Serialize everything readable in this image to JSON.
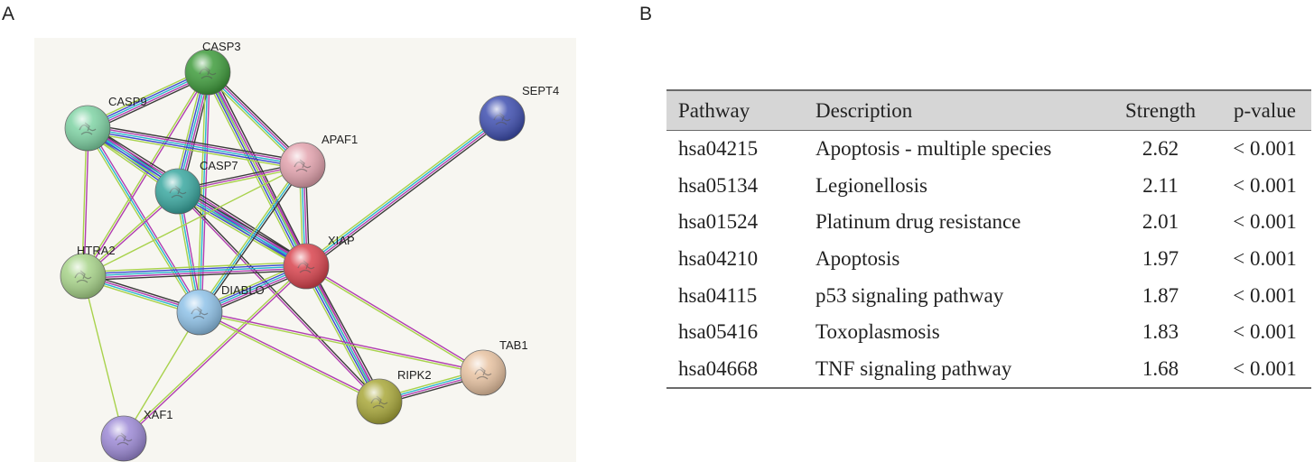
{
  "panel_labels": {
    "a": "A",
    "b": "B"
  },
  "network": {
    "colors": {
      "background": "#f7f6f1",
      "edge_dark": "#3a3a3a",
      "edge_magenta": "#b03db0",
      "edge_cyan": "#27b6cf",
      "edge_blue": "#3d49d1",
      "edge_lime": "#a8d24b"
    },
    "nodes": [
      {
        "id": "CASP3",
        "label": "CASP3",
        "color": "#3f9c3c"
      },
      {
        "id": "CASP9",
        "label": "CASP9",
        "color": "#7fd3a4"
      },
      {
        "id": "SEPT4",
        "label": "SEPT4",
        "color": "#3f4fb0"
      },
      {
        "id": "APAF1",
        "label": "APAF1",
        "color": "#e3a3ae"
      },
      {
        "id": "CASP7",
        "label": "CASP7",
        "color": "#3aa8a0"
      },
      {
        "id": "XIAP",
        "label": "XIAP",
        "color": "#d9444e"
      },
      {
        "id": "HTRA2",
        "label": "HTRA2",
        "color": "#a8d48a"
      },
      {
        "id": "DIABLO",
        "label": "DIABLO",
        "color": "#8fc2e8"
      },
      {
        "id": "TAB1",
        "label": "TAB1",
        "color": "#e8c3a2"
      },
      {
        "id": "RIPK2",
        "label": "RIPK2",
        "color": "#a9a83a"
      },
      {
        "id": "XAF1",
        "label": "XAF1",
        "color": "#9d8ad6"
      }
    ],
    "edges": [
      {
        "source": "CASP3",
        "target": "CASP9",
        "evidence": [
          "dark",
          "magenta",
          "cyan",
          "blue",
          "lime"
        ]
      },
      {
        "source": "CASP3",
        "target": "CASP7",
        "evidence": [
          "dark",
          "magenta",
          "cyan",
          "blue",
          "lime"
        ]
      },
      {
        "source": "CASP3",
        "target": "XIAP",
        "evidence": [
          "dark",
          "magenta",
          "cyan",
          "blue",
          "lime"
        ]
      },
      {
        "source": "CASP3",
        "target": "APAF1",
        "evidence": [
          "dark",
          "magenta",
          "cyan",
          "lime"
        ]
      },
      {
        "source": "CASP3",
        "target": "DIABLO",
        "evidence": [
          "magenta",
          "cyan",
          "lime"
        ]
      },
      {
        "source": "CASP3",
        "target": "HTRA2",
        "evidence": [
          "magenta",
          "lime"
        ]
      },
      {
        "source": "CASP3",
        "target": "RIPK2",
        "evidence": [
          "magenta",
          "lime"
        ]
      },
      {
        "source": "CASP9",
        "target": "CASP7",
        "evidence": [
          "dark",
          "magenta",
          "cyan",
          "blue",
          "lime"
        ]
      },
      {
        "source": "CASP9",
        "target": "APAF1",
        "evidence": [
          "dark",
          "magenta",
          "cyan",
          "blue",
          "lime"
        ]
      },
      {
        "source": "CASP9",
        "target": "XIAP",
        "evidence": [
          "dark",
          "magenta",
          "cyan",
          "blue",
          "lime"
        ]
      },
      {
        "source": "CASP9",
        "target": "DIABLO",
        "evidence": [
          "magenta",
          "cyan",
          "lime"
        ]
      },
      {
        "source": "CASP9",
        "target": "HTRA2",
        "evidence": [
          "magenta",
          "lime"
        ]
      },
      {
        "source": "CASP7",
        "target": "XIAP",
        "evidence": [
          "dark",
          "magenta",
          "cyan",
          "blue",
          "lime"
        ]
      },
      {
        "source": "CASP7",
        "target": "APAF1",
        "evidence": [
          "dark",
          "magenta",
          "lime"
        ]
      },
      {
        "source": "CASP7",
        "target": "DIABLO",
        "evidence": [
          "magenta",
          "cyan",
          "lime"
        ]
      },
      {
        "source": "CASP7",
        "target": "HTRA2",
        "evidence": [
          "magenta",
          "lime"
        ]
      },
      {
        "source": "CASP7",
        "target": "RIPK2",
        "evidence": [
          "dark",
          "magenta"
        ]
      },
      {
        "source": "APAF1",
        "target": "XIAP",
        "evidence": [
          "dark",
          "magenta",
          "cyan",
          "lime"
        ]
      },
      {
        "source": "APAF1",
        "target": "DIABLO",
        "evidence": [
          "dark",
          "cyan",
          "lime"
        ]
      },
      {
        "source": "APAF1",
        "target": "HTRA2",
        "evidence": [
          "lime"
        ]
      },
      {
        "source": "SEPT4",
        "target": "XIAP",
        "evidence": [
          "dark",
          "magenta",
          "cyan",
          "lime"
        ]
      },
      {
        "source": "XIAP",
        "target": "DIABLO",
        "evidence": [
          "dark",
          "magenta",
          "cyan",
          "blue",
          "lime"
        ]
      },
      {
        "source": "XIAP",
        "target": "HTRA2",
        "evidence": [
          "dark",
          "magenta",
          "cyan",
          "blue",
          "lime"
        ]
      },
      {
        "source": "XIAP",
        "target": "RIPK2",
        "evidence": [
          "dark",
          "magenta",
          "cyan",
          "blue",
          "lime"
        ]
      },
      {
        "source": "XIAP",
        "target": "TAB1",
        "evidence": [
          "magenta",
          "lime"
        ]
      },
      {
        "source": "XIAP",
        "target": "XAF1",
        "evidence": [
          "magenta",
          "lime"
        ]
      },
      {
        "source": "HTRA2",
        "target": "DIABLO",
        "evidence": [
          "dark",
          "magenta",
          "cyan",
          "lime"
        ]
      },
      {
        "source": "HTRA2",
        "target": "XAF1",
        "evidence": [
          "lime"
        ]
      },
      {
        "source": "DIABLO",
        "target": "TAB1",
        "evidence": [
          "magenta",
          "lime"
        ]
      },
      {
        "source": "DIABLO",
        "target": "RIPK2",
        "evidence": [
          "magenta",
          "lime"
        ]
      },
      {
        "source": "DIABLO",
        "target": "XAF1",
        "evidence": [
          "lime"
        ]
      },
      {
        "source": "TAB1",
        "target": "RIPK2",
        "evidence": [
          "dark",
          "magenta",
          "cyan",
          "lime"
        ]
      }
    ]
  },
  "table": {
    "headers": [
      "Pathway",
      "Description",
      "Strength",
      "p-value"
    ],
    "rows": [
      [
        "hsa04215",
        "Apoptosis - multiple species",
        "2.62",
        "< 0.001"
      ],
      [
        "hsa05134",
        "Legionellosis",
        "2.11",
        "< 0.001"
      ],
      [
        "hsa01524",
        "Platinum drug resistance",
        "2.01",
        "< 0.001"
      ],
      [
        "hsa04210",
        "Apoptosis",
        "1.97",
        "< 0.001"
      ],
      [
        "hsa04115",
        "p53 signaling pathway",
        "1.87",
        "< 0.001"
      ],
      [
        "hsa05416",
        "Toxoplasmosis",
        "1.83",
        "< 0.001"
      ],
      [
        "hsa04668",
        "TNF signaling pathway",
        "1.68",
        "< 0.001"
      ]
    ]
  }
}
